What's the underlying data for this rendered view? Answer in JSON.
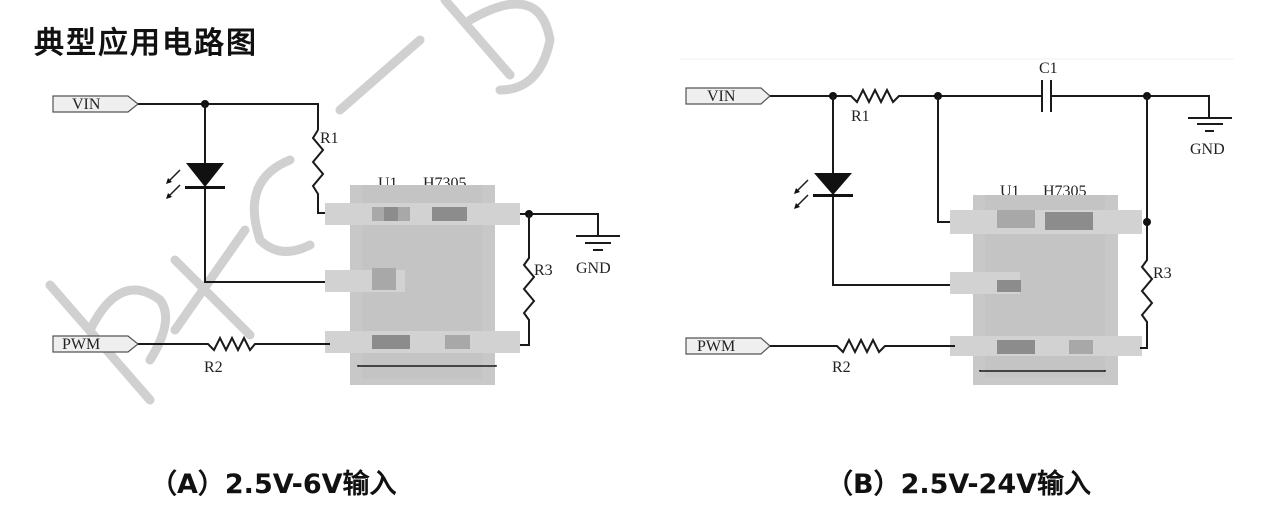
{
  "title": "典型应用电路图",
  "watermark_text": "hxc-p",
  "diagrams": [
    {
      "id": "A",
      "caption": "（A）2.5V-6V输入",
      "ports": {
        "vin": "VIN",
        "pwm": "PWM",
        "gnd": "GND"
      },
      "components": {
        "r1": "R1",
        "r2": "R2",
        "r3": "R3",
        "u1": "U1",
        "ic_part": "H7305"
      }
    },
    {
      "id": "B",
      "caption": "（B）2.5V-24V输入",
      "ports": {
        "vin": "VIN",
        "pwm": "PWM",
        "gnd": "GND"
      },
      "components": {
        "r1": "R1",
        "r2": "R2",
        "r3": "R3",
        "c1": "C1",
        "u1": "U1",
        "ic_part": "H7305"
      }
    }
  ]
}
